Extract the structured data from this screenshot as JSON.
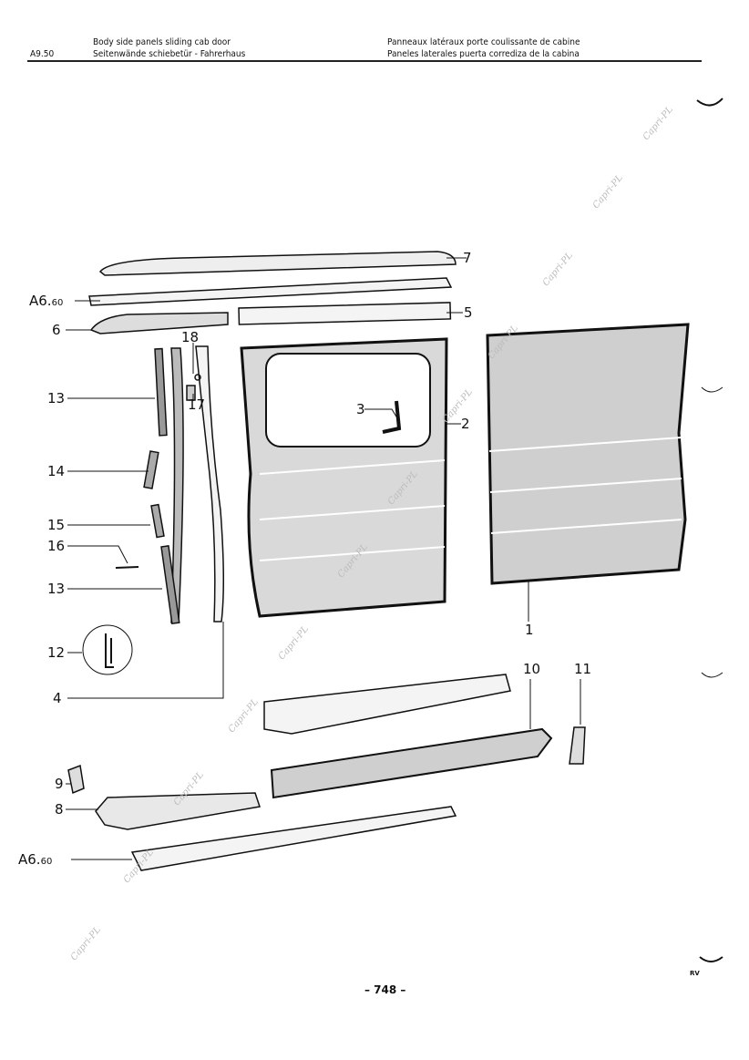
{
  "header": {
    "code": "A9.50",
    "title_en": "Body side panels sliding cab door",
    "title_de": "Seitenwände schiebetür - Fahrerhaus",
    "title_fr": "Panneaux latéraux porte coulissante de cabine",
    "title_es": "Paneles laterales puerta corrediza de la cabina"
  },
  "callouts": {
    "c7": "7",
    "a6_top": "A6.",
    "a6_top_sub": "60",
    "c6": "6",
    "c5": "5",
    "c18": "18",
    "c13a": "13",
    "c17": "17",
    "c3": "3",
    "c2": "2",
    "c14": "14",
    "c15": "15",
    "c16": "16",
    "c13b": "13",
    "c1": "1",
    "c12": "12",
    "c10": "10",
    "c11": "11",
    "c4": "4",
    "c9": "9",
    "c8": "8",
    "a6_bot": "A6.",
    "a6_bot_sub": "60"
  },
  "watermark": "Capri-PL",
  "footer": {
    "page": "– 748 –",
    "mark": "RV"
  }
}
